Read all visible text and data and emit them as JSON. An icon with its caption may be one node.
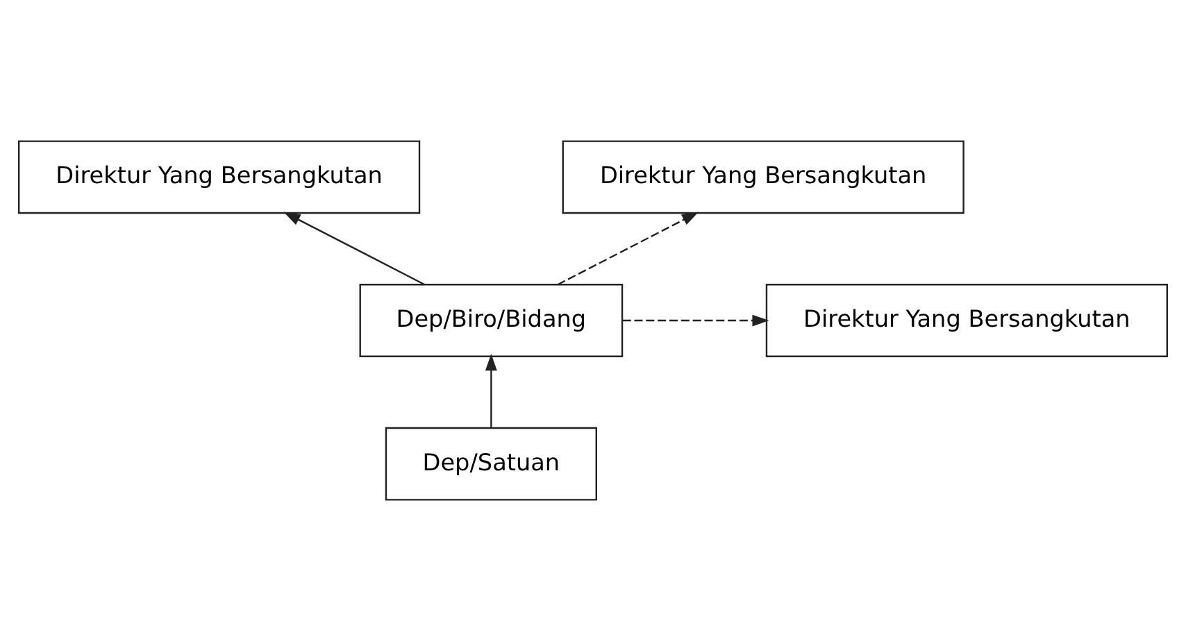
{
  "diagram": {
    "nodes": [
      {
        "text": [
          "Direktur Yang Bersangkutan"
        ]
      },
      {
        "text": [
          "Dep/Biro/Bidang"
        ]
      },
      {
        "text": [
          "Dep/Satuan"
        ]
      },
      {
        "text": [
          "Direktur Yang Bersangkutan"
        ]
      },
      {
        "text": [
          "Direktur Yang Bersangkutan"
        ]
      }
    ],
    "edges": [
      {
        "from": 2,
        "to": 1,
        "arrow": "to"
      },
      {
        "from": 1,
        "to": 0,
        "arrow": "to"
      },
      {
        "from": 1,
        "to": 3,
        "arrow": "to",
        "style": "dashed"
      },
      {
        "from": 1,
        "to": 4,
        "arrow": "to",
        "style": "dashed"
      }
    ]
  }
}
